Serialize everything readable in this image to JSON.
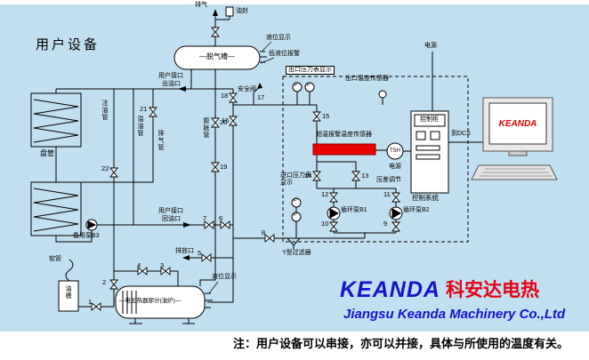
{
  "title": "用户设备",
  "top": {
    "vent": "排气",
    "oil_seal": "油封",
    "level_display": "液位显示",
    "low_level_alarm": "低液位报警",
    "degas_tank": "—脱气槽—"
  },
  "left": {
    "coil": "盘管",
    "fill_pipe": "注油管",
    "overflow_pipe": "溢油管",
    "vent_pipe": "排气管",
    "expansion_pipe": "膨胀管",
    "standby_pump": "备用泵B3",
    "hose": "软管",
    "oil_tank": "油槽"
  },
  "user_ports": {
    "outlet_line1": "用户接口",
    "outlet_line2": "出油口",
    "return_line1": "用户接口",
    "return_line2": "回油口",
    "safety_valve": "安全阀",
    "drain": "排放口"
  },
  "heater": {
    "tank_label": "—电加热器部分(油炉)—",
    "level_display": "液位显示"
  },
  "control_loop": {
    "outlet_pressure": "出口压力表显示",
    "outlet_temp_sensor": "出口温度传感器",
    "overtemp_sensor": "超温报警温度传感器",
    "tsh": "TSH",
    "tsh_power": "电源",
    "inlet_pressure": "进口压力表显示",
    "diff_regulation": "压差调节",
    "pump_b1": "循环泵B1",
    "pump_b2": "循环泵B2",
    "y_filter": "Y型过滤器",
    "gauge_letter": "P"
  },
  "control_cabinet": {
    "power": "电源",
    "cabinet": "控制柜",
    "to_dcs": "到DCS",
    "system": "控制系统",
    "screen_text": "KEANDA"
  },
  "brand": {
    "en": "KEANDA",
    "cn": "科安达电热",
    "company": "Jiangsu Keanda Machinery Co.,Ltd"
  },
  "note": "注：用户设备可以串接，亦可以并接，具体与所使用的温度有关。",
  "numbers": {
    "1": "1",
    "2": "2",
    "3": "3",
    "4": "4",
    "5": "5",
    "6": "6",
    "7": "7",
    "8": "8",
    "9": "9",
    "10": "10",
    "11": "11",
    "12": "12",
    "13": "13",
    "14": "14",
    "15": "15",
    "16": "16",
    "17": "17",
    "18": "18",
    "19": "19",
    "20": "20",
    "21": "21",
    "22": "22"
  }
}
